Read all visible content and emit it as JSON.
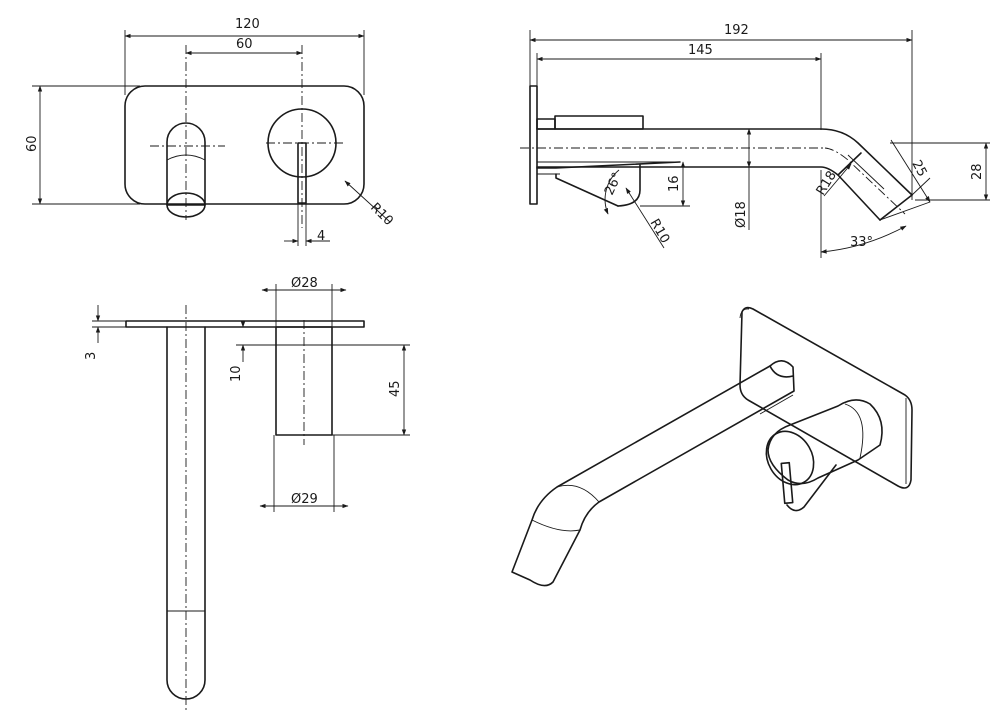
{
  "front_view": {
    "overall_width": "120",
    "centre_spacing": "60",
    "plate_height": "60",
    "corner_radius": "R10",
    "lever_width": "4"
  },
  "side_view": {
    "overall_projection": "192",
    "spout_projection": "145",
    "spout_angle": "26°",
    "bracket_height": "16",
    "bracket_radius": "R10",
    "spout_diameter": "Ø18",
    "bend_radius": "R18",
    "outlet_diameter": "25",
    "drop_height": "28",
    "outlet_angle": "33°"
  },
  "top_view": {
    "plate_thickness": "3",
    "handle_diameter_top": "Ø28",
    "handle_offset": "10",
    "handle_depth": "45",
    "handle_diameter_bottom": "Ø29"
  }
}
